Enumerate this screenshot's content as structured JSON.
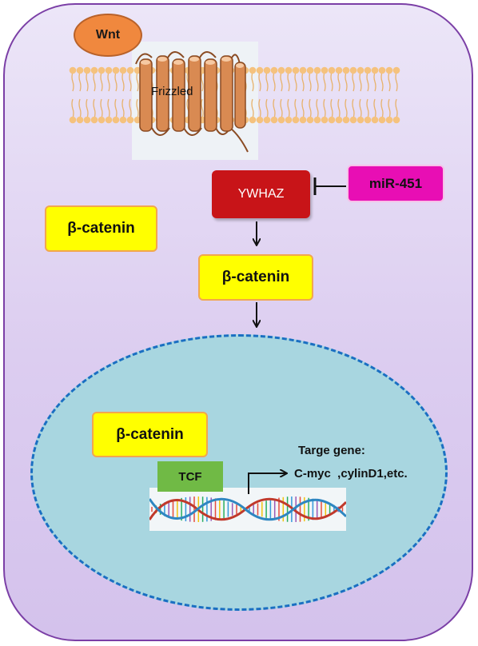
{
  "diagram": {
    "ligand": {
      "label": "Wnt"
    },
    "receptor": {
      "label": "Frizzled"
    },
    "cytoplasm": {
      "free_beta_catenin": "β-catenin",
      "regulator": "YWHAZ",
      "inhibitor": "miR-451",
      "stabilized_beta_catenin": "β-catenin"
    },
    "nucleus": {
      "nuclear_beta_catenin": "β-catenin",
      "transcription_factor": "TCF",
      "target_title": "Targe gene:",
      "target_genes": "C-myc  ,cylinD1,etc."
    },
    "colors": {
      "cell_border": "#7b3fa6",
      "cell_fill": "#dccdf0",
      "wnt": "#f0883e",
      "membrane": "#f3c07c",
      "ywhaz": "#c81418",
      "mir451": "#e80eb4",
      "beta_catenin": "#ffff00",
      "nucleus_fill": "#a8d6e0",
      "nucleus_border": "#1a6fc2",
      "tcf": "#70ba45"
    }
  }
}
